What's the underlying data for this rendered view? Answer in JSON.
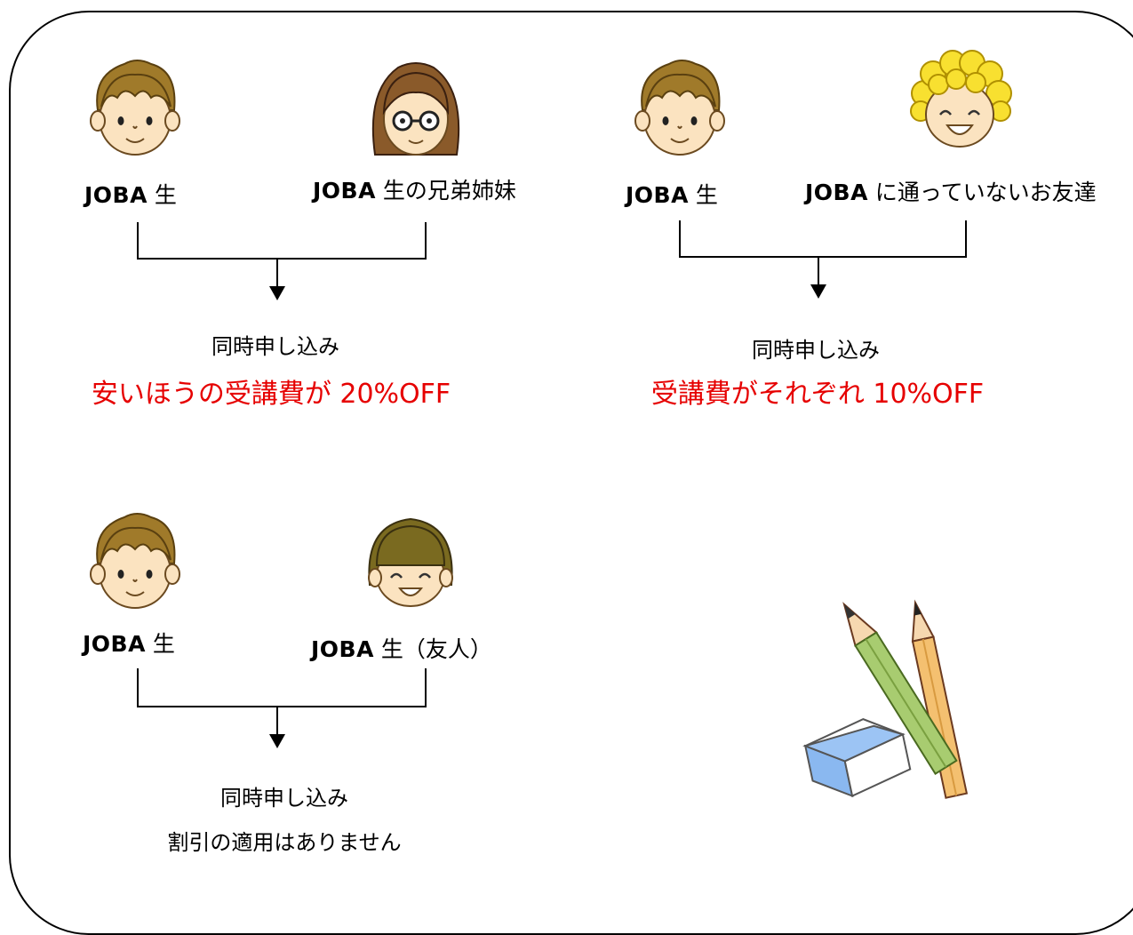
{
  "groups": [
    {
      "left_label": {
        "brand": "JOBA",
        "rest": " 生"
      },
      "right_label": {
        "brand": "JOBA",
        "rest": " 生の兄弟姉妹"
      },
      "caption": "同時申し込み",
      "result": "安いほうの受講費が 20%OFF"
    },
    {
      "left_label": {
        "brand": "JOBA",
        "rest": " 生"
      },
      "right_label": {
        "brand": "JOBA",
        "rest": " に通っていないお友達"
      },
      "caption": "同時申し込み",
      "result": "受講費がそれぞれ 10%OFF"
    },
    {
      "left_label": {
        "brand": "JOBA",
        "rest": " 生"
      },
      "right_label": {
        "brand": "JOBA",
        "rest": " 生（友人）"
      },
      "caption": "同時申し込み",
      "result": "割引の適用はありません"
    }
  ],
  "colors": {
    "discount": "#e60000",
    "line": "#000000"
  },
  "icons": [
    "boy-face-icon",
    "girl-glasses-face-icon",
    "curly-hair-kid-face-icon",
    "bob-hair-kid-face-icon",
    "pencils-eraser-icon"
  ]
}
